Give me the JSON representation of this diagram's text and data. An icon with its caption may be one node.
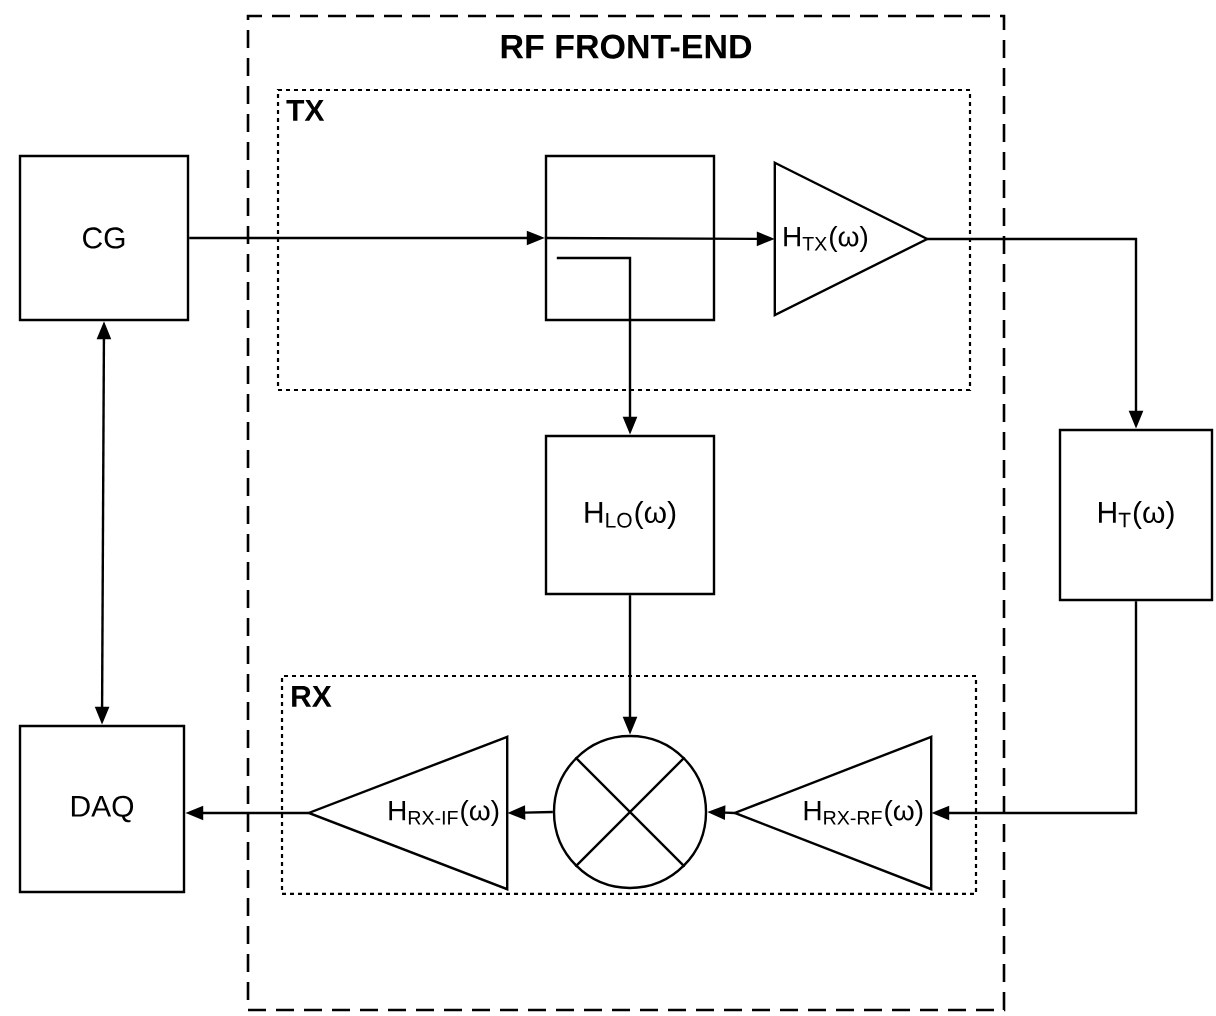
{
  "diagram": {
    "nodes": [
      {
        "text": [
          "RF FRONT-END"
        ]
      },
      {
        "text": [
          "TX"
        ],
        "in": 0
      },
      {
        "text": [],
        "shape": "box",
        "in": 1
      },
      {
        "text": [
          "H$_{TX}$(ω)"
        ],
        "in": 1
      },
      {
        "text": [
          "H$_{LO}$(ω)"
        ],
        "in": 0
      },
      {
        "text": [
          "RX"
        ],
        "in": 0
      },
      {
        "text": [],
        "shape": "circle",
        "in": 5
      },
      {
        "text": [
          "H$_{RX-RF}$(ω)"
        ],
        "in": 5
      },
      {
        "text": [
          "H$_{RX-IF}$(ω)"
        ],
        "in": 5
      },
      {
        "text": [
          "CG"
        ]
      },
      {
        "text": [
          "DAQ"
        ]
      },
      {
        "text": [
          "H$_{T}$(ω)"
        ]
      }
    ],
    "edges": [
      {
        "from": 9,
        "to": 2,
        "arrow": "to"
      },
      {
        "from": 2,
        "to": 3,
        "arrow": "to"
      },
      {
        "from": 2,
        "to": 4,
        "arrow": "to"
      },
      {
        "from": 3,
        "to": 11,
        "arrow": "to"
      },
      {
        "from": 11,
        "to": 7,
        "arrow": "to"
      },
      {
        "from": 7,
        "to": 6,
        "arrow": "to"
      },
      {
        "from": 6,
        "to": 8,
        "arrow": "to"
      },
      {
        "from": 8,
        "to": 10,
        "arrow": "to"
      },
      {
        "from": 4,
        "to": 6,
        "arrow": "to"
      },
      {
        "from": 9,
        "to": 10,
        "arrow": "both"
      }
    ]
  }
}
